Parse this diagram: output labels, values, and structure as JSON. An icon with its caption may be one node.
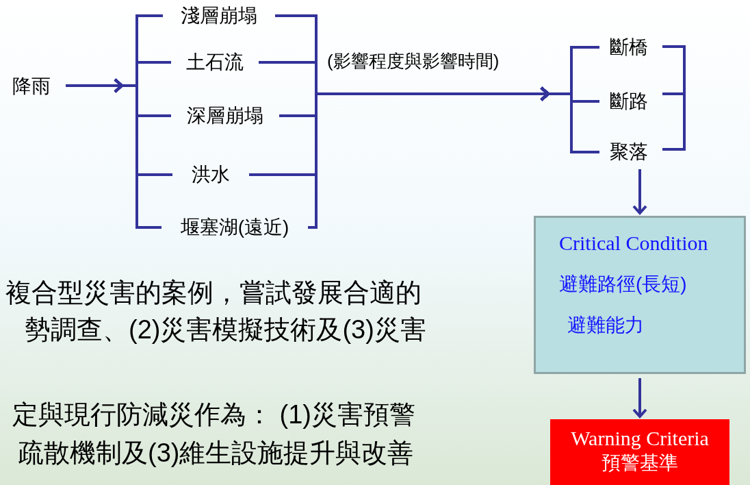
{
  "diagram": {
    "nodes": [
      {
        "text": [
          "降雨"
        ]
      },
      {
        "text": [
          "淺層崩塌"
        ]
      },
      {
        "text": [
          "土石流"
        ]
      },
      {
        "text": [
          "深層崩塌"
        ]
      },
      {
        "text": [
          "洪水"
        ]
      },
      {
        "text": [
          "堰塞湖(遠近)"
        ]
      },
      {
        "text": [
          "斷橋"
        ]
      },
      {
        "text": [
          "斷路"
        ]
      },
      {
        "text": [
          "聚落"
        ]
      },
      {
        "text": [
          "Critical Condition",
          "避難路徑(長短)",
          "避難能力"
        ]
      },
      {
        "text": [
          "Warning Criteria",
          "預警基準"
        ]
      }
    ],
    "edges": [
      {
        "from": 0,
        "to": 1,
        "arrow": "to"
      },
      {
        "from": 0,
        "to": 2,
        "arrow": "to"
      },
      {
        "from": 0,
        "to": 3,
        "arrow": "to"
      },
      {
        "from": 0,
        "to": 4,
        "arrow": "to"
      },
      {
        "from": 0,
        "to": 5,
        "arrow": "to"
      },
      {
        "from": 1,
        "to": 6,
        "arrow": "to"
      },
      {
        "from": 1,
        "to": 7,
        "arrow": "to"
      },
      {
        "from": 1,
        "to": 8,
        "arrow": "to"
      },
      {
        "from": 2,
        "to": 6,
        "arrow": "to"
      },
      {
        "from": 2,
        "to": 7,
        "arrow": "to"
      },
      {
        "from": 2,
        "to": 8,
        "arrow": "to"
      },
      {
        "from": 3,
        "to": 6,
        "arrow": "to"
      },
      {
        "from": 3,
        "to": 7,
        "arrow": "to"
      },
      {
        "from": 3,
        "to": 8,
        "arrow": "to"
      },
      {
        "from": 4,
        "to": 6,
        "arrow": "to"
      },
      {
        "from": 4,
        "to": 7,
        "arrow": "to"
      },
      {
        "from": 4,
        "to": 8,
        "arrow": "to"
      },
      {
        "from": 5,
        "to": 6,
        "arrow": "to"
      },
      {
        "from": 5,
        "to": 7,
        "arrow": "to"
      },
      {
        "from": 5,
        "to": 8,
        "arrow": "to"
      },
      {
        "from": 8,
        "to": 9,
        "arrow": "to"
      },
      {
        "from": 9,
        "to": 10,
        "arrow": "to"
      }
    ],
    "labels": [
      "(影響程度與影響時間)",
      "複合型災害的案例，嘗試發展合適的",
      "勢調查、(2)災害模擬技術及(3)災害",
      "定與現行防減災作為： (1)災害預警",
      "疏散機制及(3)維生設施提升與改善"
    ]
  }
}
